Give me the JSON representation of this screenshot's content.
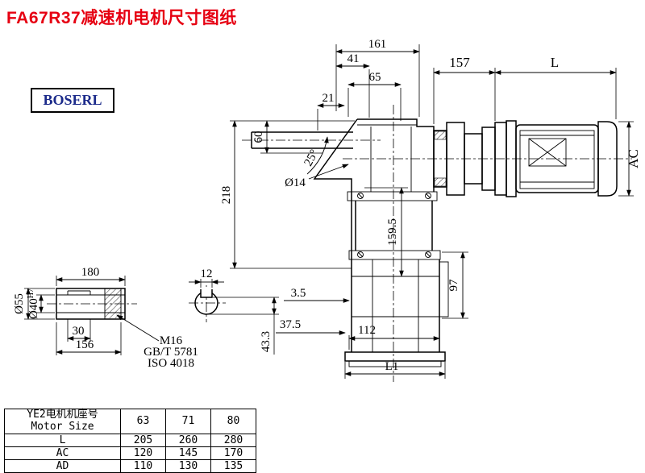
{
  "page": {
    "title": "FA67R37减速机电机尺寸图纸",
    "logo": "BOSERL"
  },
  "dims": {
    "top_161": "161",
    "top_41": "41",
    "top_65": "65",
    "top_21": "21",
    "left_60": "60",
    "left_218": "218",
    "hole_dia": "Ø14",
    "angle_25": "25°",
    "coupling_157": "157",
    "motor_len_L": "L",
    "motor_dia_AC": "AC",
    "center_159_5": "159.5",
    "flange_97": "97",
    "foot_3_5": "3.5",
    "foot_37_5": "37.5",
    "foot_112": "112",
    "overall_L1": "L1"
  },
  "shaft_detail": {
    "len_180": "180",
    "key_width_12": "12",
    "dia_55": "Ø55",
    "dia_40": "Ø40",
    "dia_40_tol": "H7",
    "key_len_30": "30",
    "len_156": "156",
    "key_height_43_3": "43.3",
    "thread": "M16",
    "std1": "GB/T 5781",
    "std2": "ISO 4018"
  },
  "table": {
    "header_cn": "YE2电机机座号",
    "header_en": "Motor Size",
    "sizes": [
      "63",
      "71",
      "80"
    ],
    "rows": [
      {
        "label": "L",
        "values": [
          "205",
          "260",
          "280"
        ]
      },
      {
        "label": "AC",
        "values": [
          "120",
          "145",
          "170"
        ]
      },
      {
        "label": "AD",
        "values": [
          "110",
          "130",
          "135"
        ]
      }
    ]
  }
}
